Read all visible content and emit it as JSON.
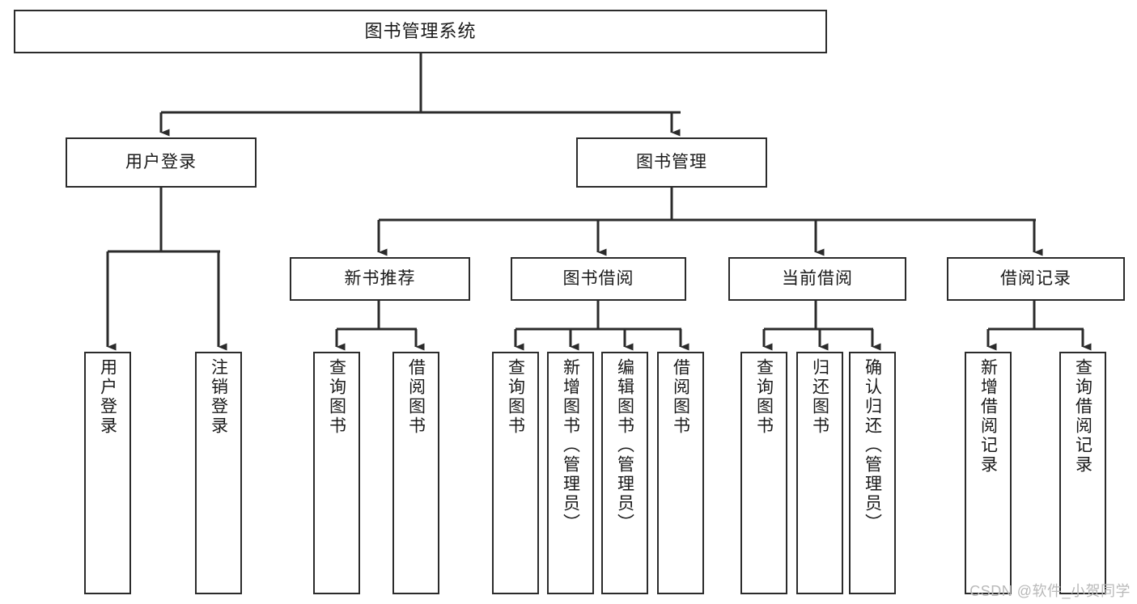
{
  "diagram": {
    "type": "tree-hierarchy-chart",
    "title": "图书管理系统",
    "watermark": "CSDN @软件_小贺同学",
    "colors": {
      "stroke": "#2b2b2b",
      "fill": "#ffffff",
      "text": "#1a1a1a",
      "watermark": "#b9b9b9"
    },
    "nodes": {
      "root": {
        "label": "图书管理系统",
        "orientation": "horizontal"
      },
      "level1": [
        {
          "id": "user-login",
          "label": "用户登录",
          "orientation": "horizontal"
        },
        {
          "id": "book-manage",
          "label": "图书管理",
          "orientation": "horizontal"
        }
      ],
      "level2": [
        {
          "id": "new-book-recommend",
          "label": "新书推荐",
          "orientation": "horizontal"
        },
        {
          "id": "book-borrow",
          "label": "图书借阅",
          "orientation": "horizontal"
        },
        {
          "id": "current-borrow",
          "label": "当前借阅",
          "orientation": "horizontal"
        },
        {
          "id": "borrow-record",
          "label": "借阅记录",
          "orientation": "horizontal"
        }
      ],
      "leaves": {
        "user-login": [
          {
            "id": "leaf-user-login",
            "label": "用户登录",
            "orientation": "vertical"
          },
          {
            "id": "leaf-logout",
            "label": "注销登录",
            "orientation": "vertical"
          }
        ],
        "new-book-recommend": [
          {
            "id": "leaf-query-book-1",
            "label": "查询图书",
            "orientation": "vertical"
          },
          {
            "id": "leaf-borrow-book-1",
            "label": "借阅图书",
            "orientation": "vertical"
          }
        ],
        "book-borrow": [
          {
            "id": "leaf-query-book-2",
            "label": "查询图书",
            "orientation": "vertical"
          },
          {
            "id": "leaf-add-book",
            "label": "新增图书（管理员）",
            "orientation": "vertical"
          },
          {
            "id": "leaf-edit-book",
            "label": "编辑图书（管理员）",
            "orientation": "vertical"
          },
          {
            "id": "leaf-borrow-book-2",
            "label": "借阅图书",
            "orientation": "vertical"
          }
        ],
        "current-borrow": [
          {
            "id": "leaf-query-book-3",
            "label": "查询图书",
            "orientation": "vertical"
          },
          {
            "id": "leaf-return-book",
            "label": "归还图书",
            "orientation": "vertical"
          },
          {
            "id": "leaf-confirm-return",
            "label": "确认归还（管理员）",
            "orientation": "vertical"
          }
        ],
        "borrow-record": [
          {
            "id": "leaf-add-record",
            "label": "新增借阅记录",
            "orientation": "vertical"
          },
          {
            "id": "leaf-query-record",
            "label": "查询借阅记录",
            "orientation": "vertical"
          }
        ]
      }
    }
  }
}
